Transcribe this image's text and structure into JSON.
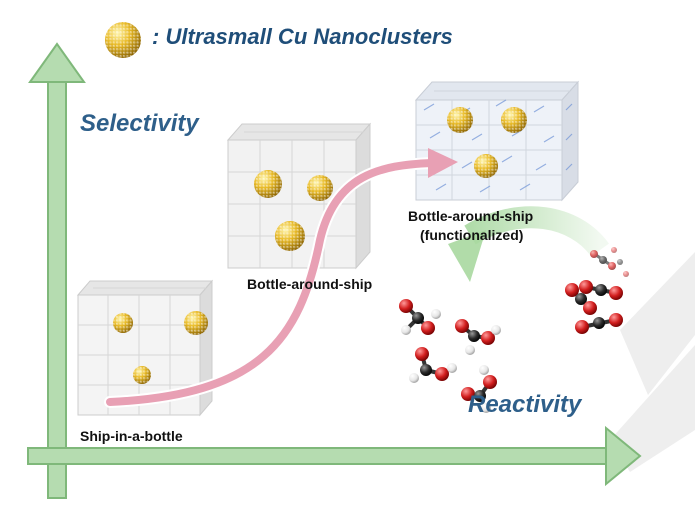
{
  "legend": {
    "icon": "nanocluster-icon",
    "text": ": Ultrasmall Cu Nanoclusters"
  },
  "axes": {
    "y_title": "Selectivity",
    "x_title": "Reactivity"
  },
  "stages": [
    {
      "label": "Ship-in-a-bottle"
    },
    {
      "label": "Bottle-around-ship"
    },
    {
      "label_line1": "Bottle-around-ship",
      "label_line2": "(functionalized)"
    }
  ],
  "colors": {
    "axis": "#b5dcb0",
    "axis_edge": "#7fb87a",
    "title": "#2e5f8a",
    "cluster": "#e8b923",
    "progress_arrow": "#e8a0b4",
    "conversion_arrow": "#a8d8a0",
    "oxygen": "#d21e1e",
    "carbon": "#2a2a2a",
    "hydrogen": "#f2f2f2"
  }
}
